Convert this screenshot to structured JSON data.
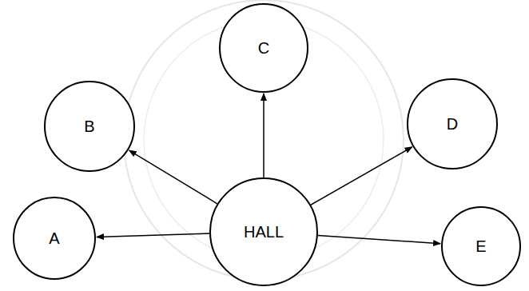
{
  "diagram": {
    "nodes": [
      {
        "text": [
          "C"
        ]
      },
      {
        "text": [
          "B"
        ]
      },
      {
        "text": [
          "D"
        ]
      },
      {
        "text": [
          "A"
        ]
      },
      {
        "text": [
          "HALL"
        ]
      },
      {
        "text": [
          "E"
        ]
      }
    ],
    "edges": [
      {
        "from": 4,
        "to": 0,
        "arrow": "to"
      },
      {
        "from": 4,
        "to": 1,
        "arrow": "to"
      },
      {
        "from": 4,
        "to": 2,
        "arrow": "to"
      },
      {
        "from": 4,
        "to": 3,
        "arrow": "to"
      },
      {
        "from": 4,
        "to": 5,
        "arrow": "to"
      }
    ]
  }
}
